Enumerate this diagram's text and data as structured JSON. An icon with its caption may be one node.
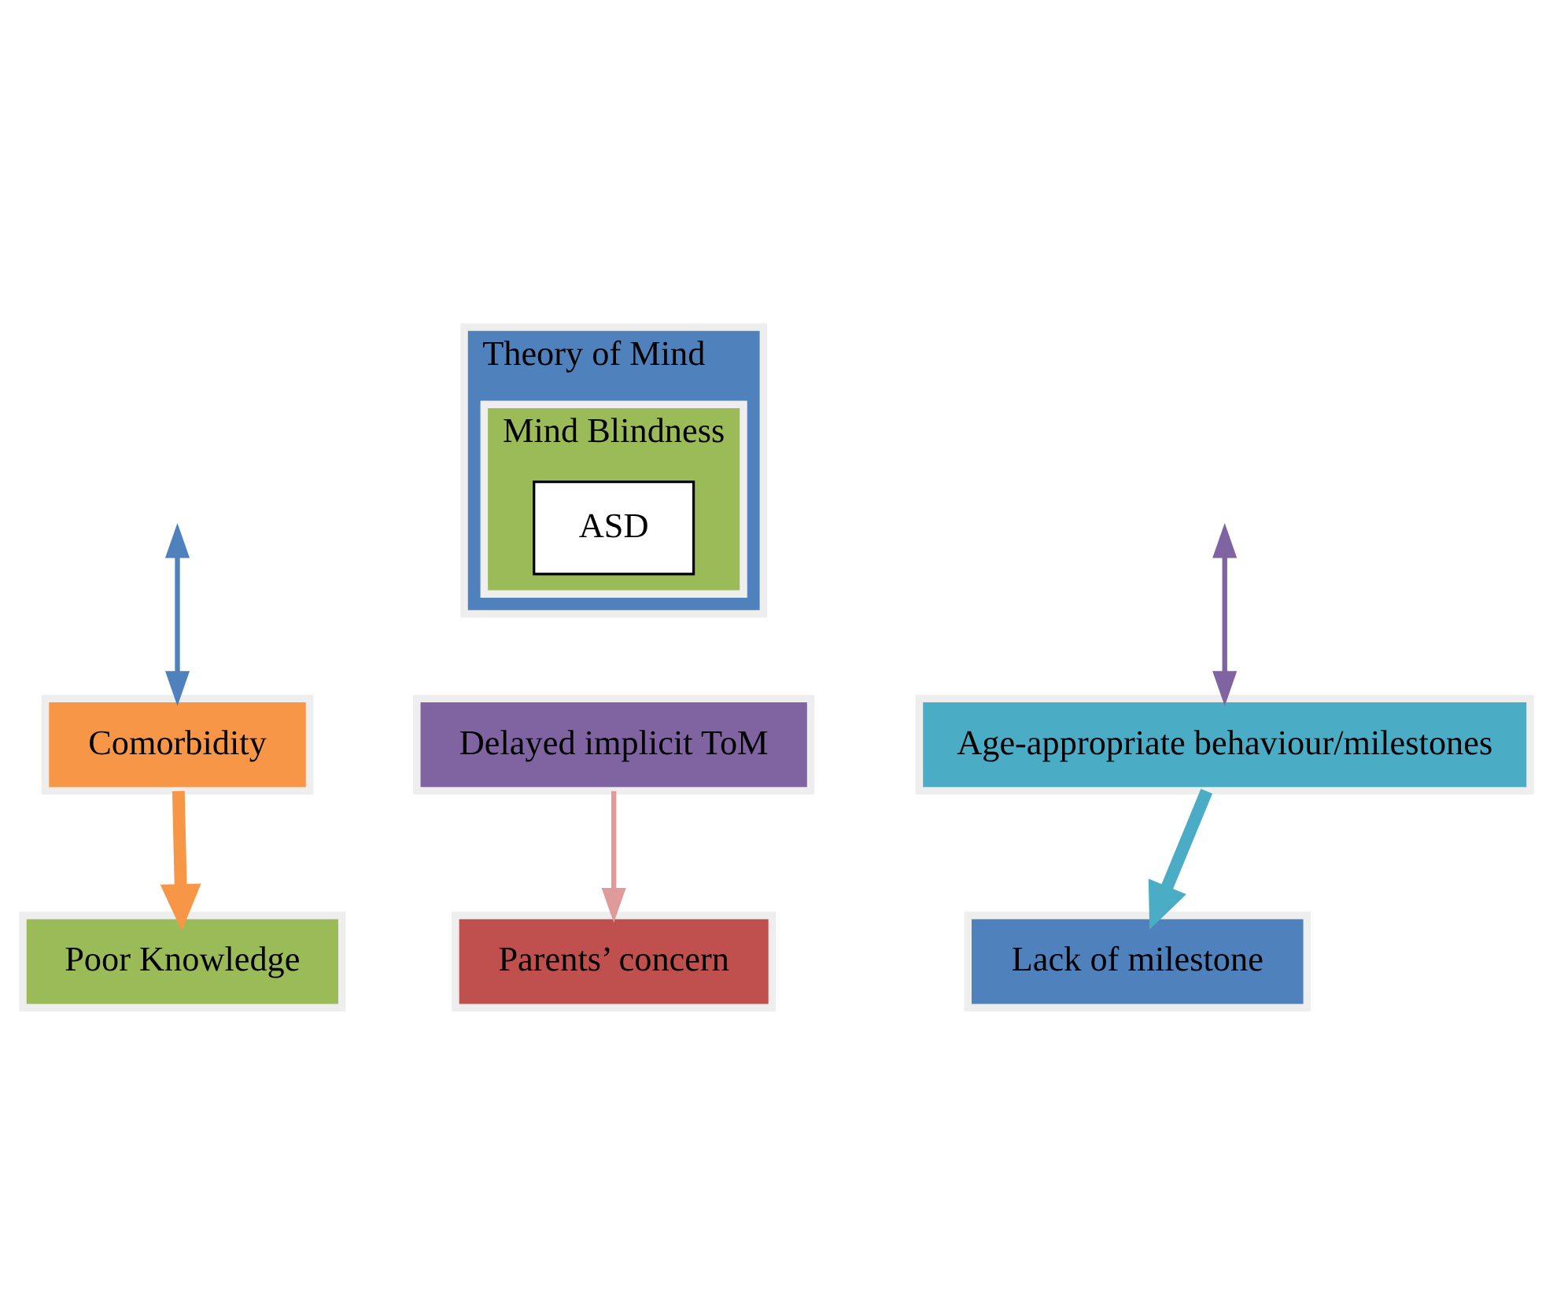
{
  "diagram": {
    "nodes": [
      {
        "text": [
          "Theory of Mind"
        ]
      },
      {
        "text": [
          "Mind Blindness"
        ],
        "in": 0
      },
      {
        "text": [
          "ASD"
        ],
        "in": 1
      },
      {
        "text": [
          "Comorbidity"
        ]
      },
      {
        "text": [
          "Age-appropriate behaviour/milestones"
        ]
      },
      {
        "text": [
          "Delayed implicit ToM"
        ]
      },
      {
        "text": [
          "Poor Knowledge"
        ]
      },
      {
        "text": [
          "Parents’ concern"
        ]
      },
      {
        "text": [
          "Lack of milestone"
        ]
      }
    ],
    "edges": [
      {
        "from": null,
        "to": 3,
        "arrow": "both",
        "color": "#4f81bd"
      },
      {
        "from": null,
        "to": 4,
        "arrow": "both",
        "color": "#8064a2"
      },
      {
        "from": 3,
        "to": 6,
        "arrow": "to",
        "style": "thick",
        "color": "#f79646"
      },
      {
        "from": 4,
        "to": 8,
        "arrow": "to",
        "style": "thick",
        "color": "#4bacc6"
      },
      {
        "from": 5,
        "to": 7,
        "arrow": "to",
        "color": "#e09a9a"
      }
    ]
  }
}
